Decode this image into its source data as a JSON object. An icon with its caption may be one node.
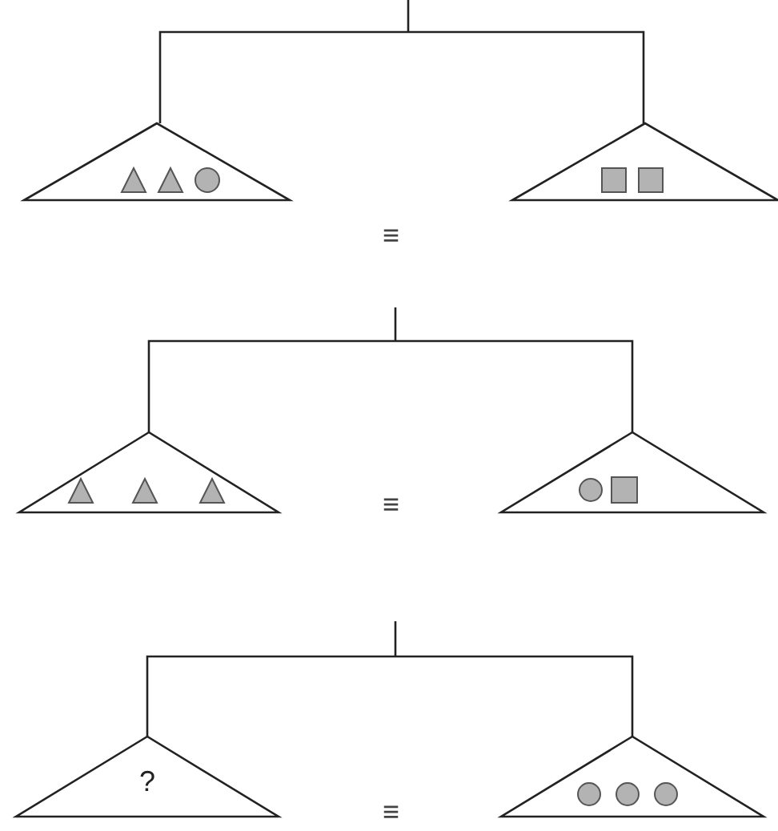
{
  "diagram": {
    "nodes": [
      {
        "text": [],
        "shape": "triangle"
      },
      {
        "text": [],
        "shape": "triangle",
        "in": 0
      },
      {
        "text": [],
        "shape": "triangle",
        "in": 0
      },
      {
        "text": [],
        "shape": "circle",
        "in": 0
      },
      {
        "text": [],
        "shape": "triangle"
      },
      {
        "text": [],
        "shape": "box",
        "in": 4
      },
      {
        "text": [],
        "shape": "box",
        "in": 4
      },
      {
        "text": [],
        "shape": "triangle"
      },
      {
        "text": [],
        "shape": "triangle",
        "in": 7
      },
      {
        "text": [],
        "shape": "triangle",
        "in": 7
      },
      {
        "text": [],
        "shape": "triangle",
        "in": 7
      },
      {
        "text": [],
        "shape": "triangle"
      },
      {
        "text": [],
        "shape": "circle",
        "in": 11
      },
      {
        "text": [],
        "shape": "box",
        "in": 11
      },
      {
        "text": [
          "?"
        ]
      },
      {
        "text": [],
        "shape": "triangle"
      },
      {
        "text": [],
        "shape": "circle",
        "in": 15
      },
      {
        "text": [],
        "shape": "circle",
        "in": 15
      },
      {
        "text": [],
        "shape": "circle",
        "in": 15
      }
    ],
    "labels": [
      "≡",
      "≡",
      "≡"
    ]
  }
}
